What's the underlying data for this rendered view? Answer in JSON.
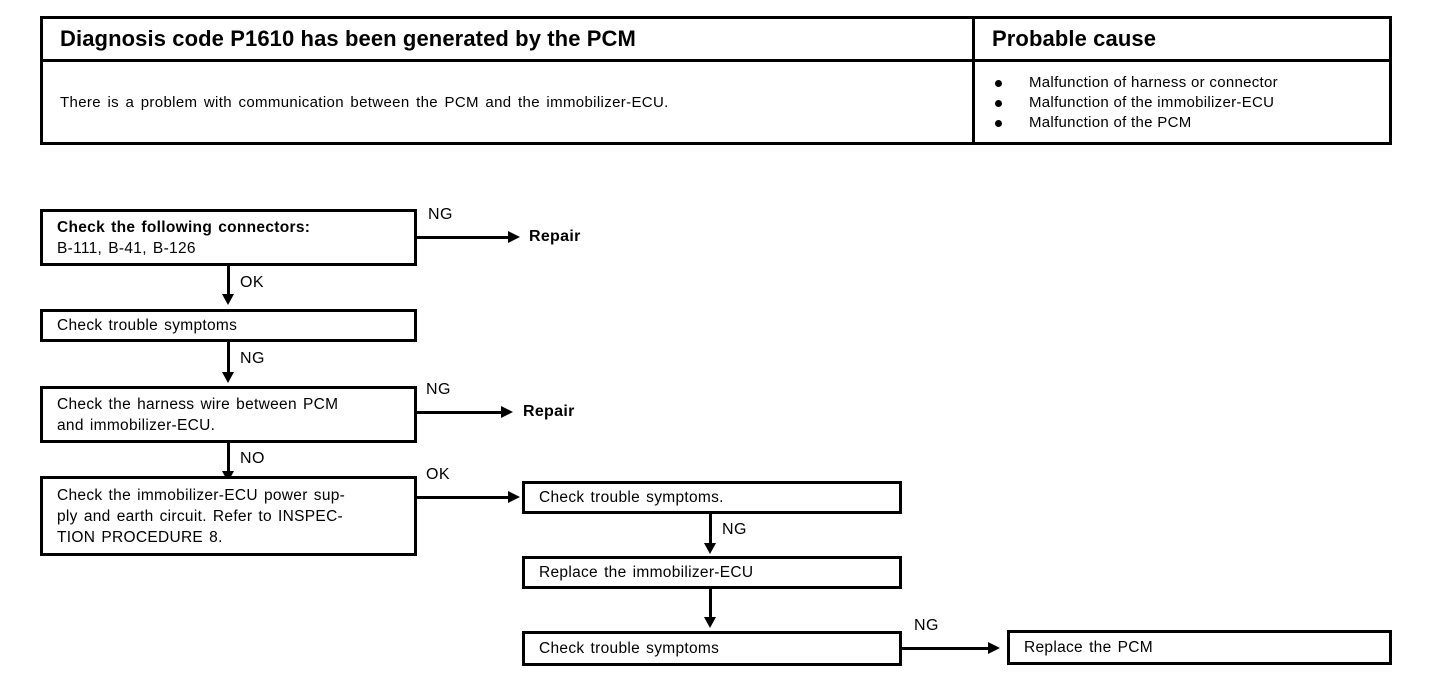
{
  "table": {
    "header_left": "Diagnosis code P1610 has been generated by the PCM",
    "header_right": "Probable cause",
    "description": "There is a problem with communication between the PCM and the immobilizer-ECU.",
    "causes": [
      "Malfunction of harness or connector",
      "Malfunction of the immobilizer-ECU",
      "Malfunction of the PCM"
    ]
  },
  "flow": {
    "boxes": {
      "check_connectors_line1": "Check the following connectors:",
      "check_connectors_line2": "B-111, B-41, B-126",
      "check_symptoms_1": "Check trouble symptoms",
      "check_harness_line1": "Check the harness wire between PCM",
      "check_harness_line2": "and immobilizer-ECU.",
      "check_power_line1": "Check the immobilizer-ECU power sup-",
      "check_power_line2": "ply and earth circuit. Refer to INSPEC-",
      "check_power_line3": "TION PROCEDURE 8.",
      "check_symptoms_2": "Check trouble symptoms.",
      "replace_ecu": "Replace the immobilizer-ECU",
      "check_symptoms_3": "Check trouble symptoms",
      "replace_pcm": "Replace the PCM"
    },
    "terminals": {
      "repair_1": "Repair",
      "repair_2": "Repair"
    },
    "edge_labels": {
      "connectors_ng": "NG",
      "connectors_ok": "OK",
      "symptoms1_ng": "NG",
      "harness_ng": "NG",
      "harness_no": "NO",
      "power_ok": "OK",
      "symptoms2_ng": "NG",
      "symptoms3_ng": "NG"
    }
  }
}
